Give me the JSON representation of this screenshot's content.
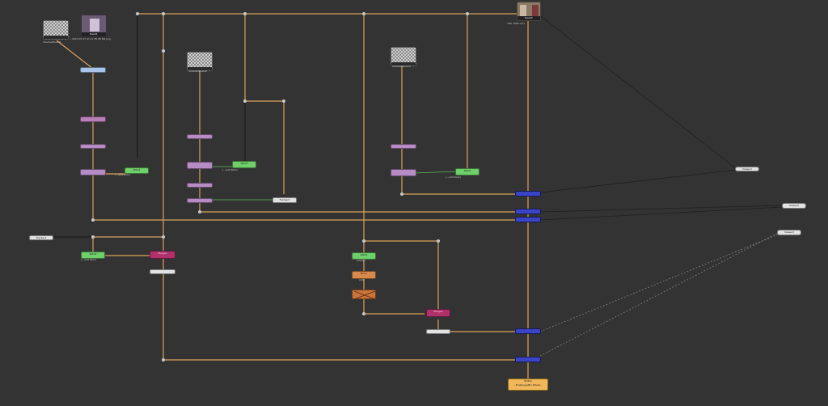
{
  "graph": {
    "read_nodes": [
      {
        "label": "Read1",
        "filename": "…2023-07-27 at 11.38.48 PM.png"
      },
      {
        "label": "Read2",
        "filename": "…Mix 1080.mov"
      }
    ],
    "checker_nodes": [
      {
        "label": "CheckerBoard1"
      },
      {
        "label": "CheckerBoard2"
      },
      {
        "label": "CheckerBoard3"
      }
    ],
    "roto_nodes": [
      {
        "label": "Roto1",
        "sub": "(…edit Roto)"
      },
      {
        "label": "Roto2",
        "sub": "(…edit Roto)"
      },
      {
        "label": "Roto3",
        "sub": "(…edit Roto)"
      },
      {
        "label": "Roto4",
        "sub": "(…edit Roto)"
      },
      {
        "label": "Roto5",
        "sub": "(alpha)"
      }
    ],
    "tracker_nodes": [
      {
        "label": "Tracker1"
      },
      {
        "label": "Tracker2"
      }
    ],
    "merge_nodes": [
      {
        "label": "Merge1"
      },
      {
        "label": "Merge2"
      }
    ],
    "viewer_nodes": [
      {
        "label": "Viewer1"
      },
      {
        "label": "Viewer2"
      },
      {
        "label": "Viewer3"
      }
    ],
    "blur": {
      "label": "Blur1",
      "sub": "(all)"
    },
    "write": {
      "label": "Write1",
      "filename": "…EmployeeMix Whole…"
    },
    "colors": {
      "wire": "#d9a35a",
      "wire_dark": "#1a1a1a",
      "wire_green": "#5fbf5a",
      "background": "#333333"
    }
  }
}
